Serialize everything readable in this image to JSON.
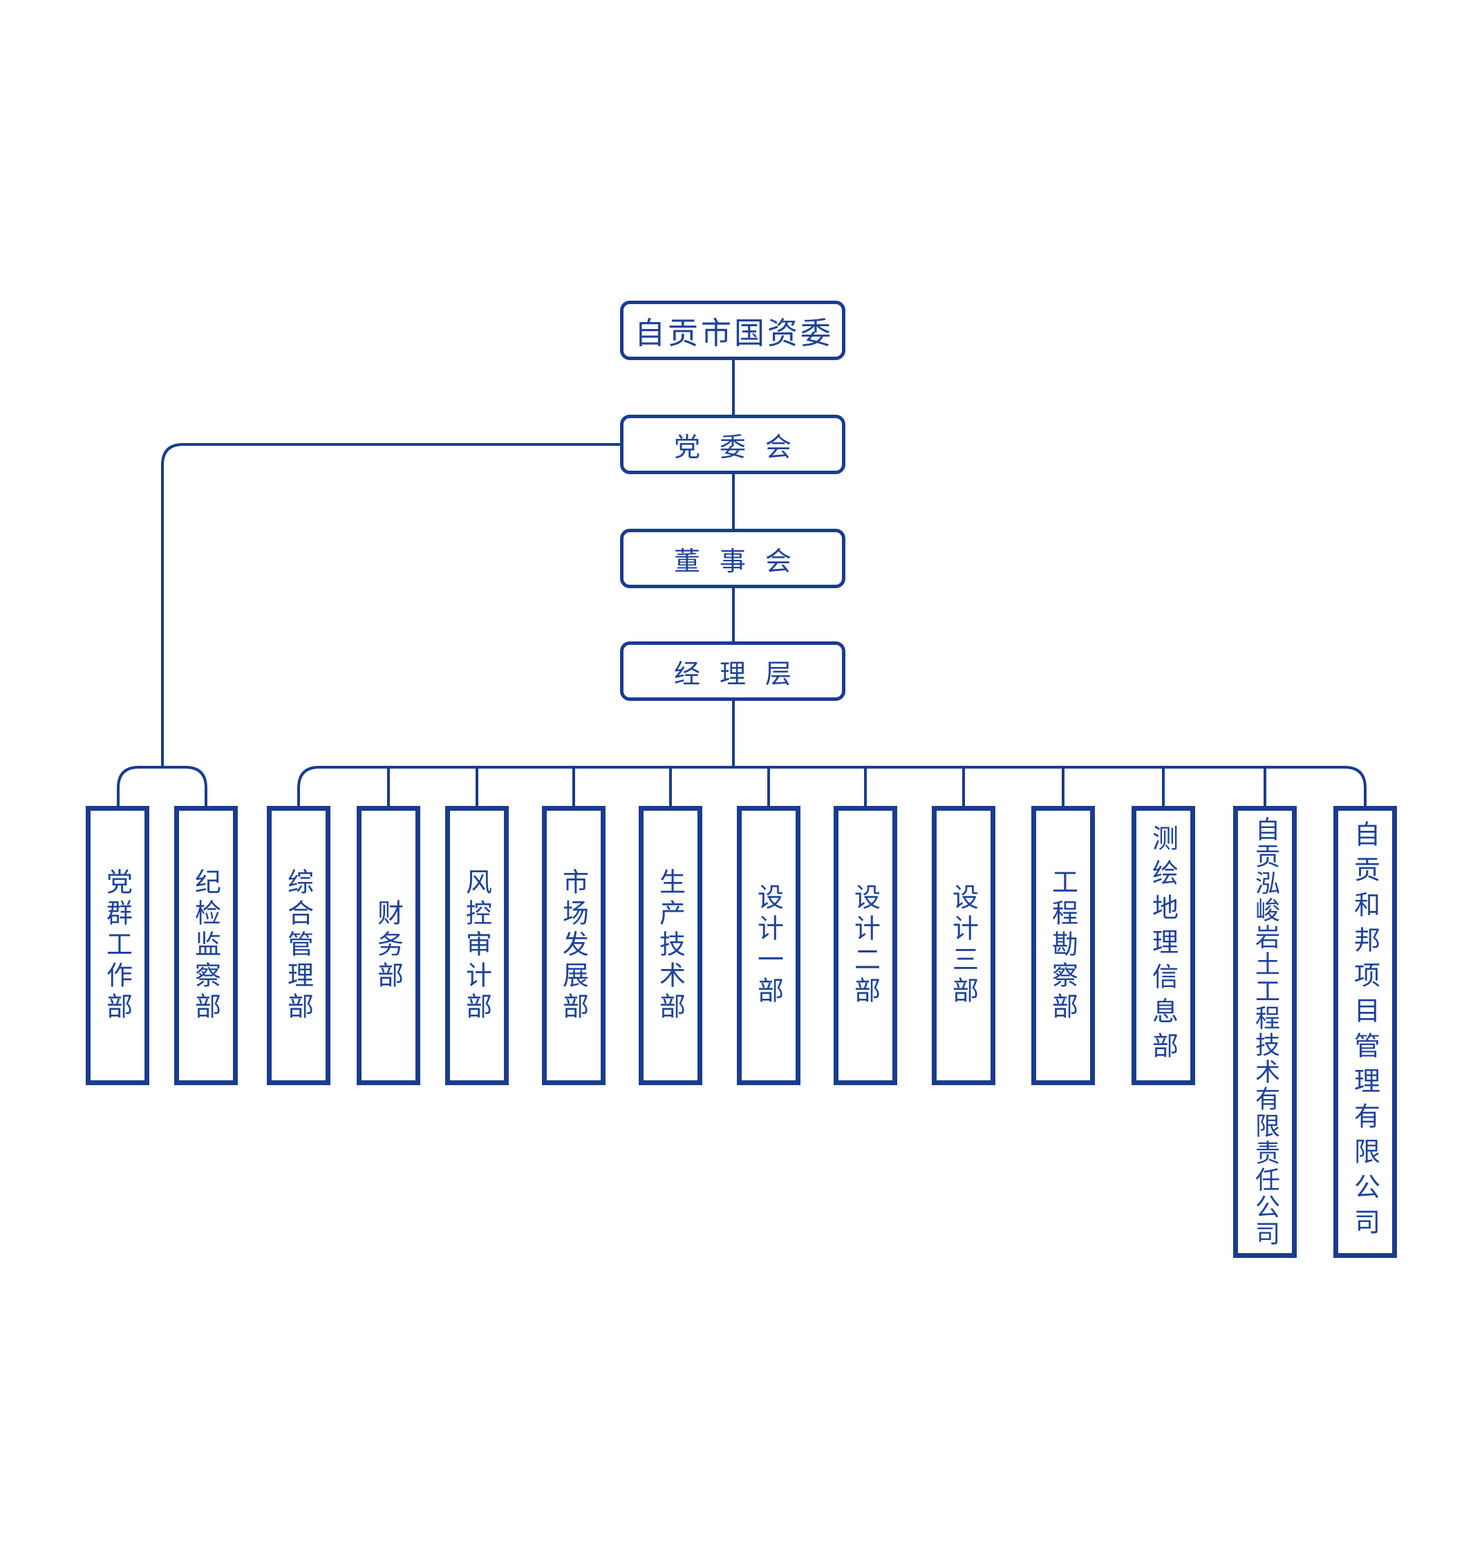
{
  "colors": {
    "line": "#1a3c8f",
    "text": "#1e429b",
    "background": "#ffffff"
  },
  "hierarchy": {
    "gov": {
      "label": "自贡市国资委"
    },
    "party_committee": {
      "label": "党委会"
    },
    "board": {
      "label": "董事会"
    },
    "management": {
      "label": "经理层"
    }
  },
  "departments": [
    {
      "label": "党群工作部",
      "parent": "党委会"
    },
    {
      "label": "纪检监察部",
      "parent": "党委会"
    },
    {
      "label": "综合管理部",
      "parent": "经理层"
    },
    {
      "label": "财务部",
      "parent": "经理层"
    },
    {
      "label": "风控审计部",
      "parent": "经理层"
    },
    {
      "label": "市场发展部",
      "parent": "经理层"
    },
    {
      "label": "生产技术部",
      "parent": "经理层"
    },
    {
      "label": "设计一部",
      "parent": "经理层"
    },
    {
      "label": "设计二部",
      "parent": "经理层"
    },
    {
      "label": "设计三部",
      "parent": "经理层"
    },
    {
      "label": "工程勘察部",
      "parent": "经理层"
    },
    {
      "label": "测绘地理信息部",
      "parent": "经理层"
    },
    {
      "label": "自贡泓峻岩土工程技术有限责任公司",
      "parent": "经理层"
    },
    {
      "label": "自贡和邦项目管理有限公司",
      "parent": "经理层"
    }
  ]
}
